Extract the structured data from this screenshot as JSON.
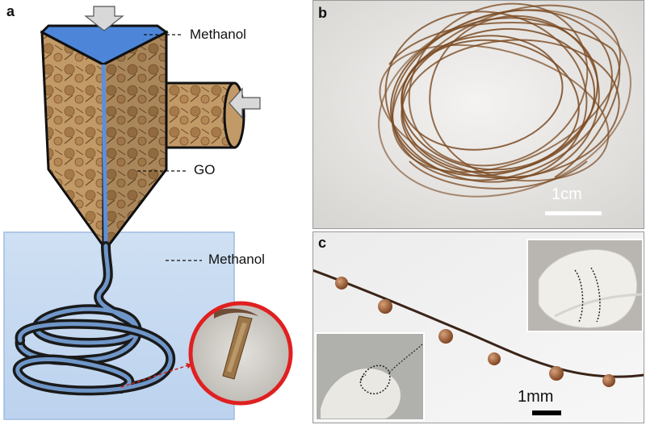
{
  "panels": {
    "a": {
      "label": "a",
      "annotations": {
        "methanol_top": "Methanol",
        "go": "GO",
        "methanol_bath": "Methanol"
      }
    },
    "b": {
      "label": "b",
      "scale_bar": "1cm"
    },
    "c": {
      "label": "c",
      "scale_bar": "1mm"
    }
  },
  "colors": {
    "methanol_surface": "#4d86d9",
    "bath": "#c9dcf2",
    "go_wall": "#b48a5a",
    "fiber_brown": "#7a4a22",
    "zoom_ring": "#e02020"
  }
}
